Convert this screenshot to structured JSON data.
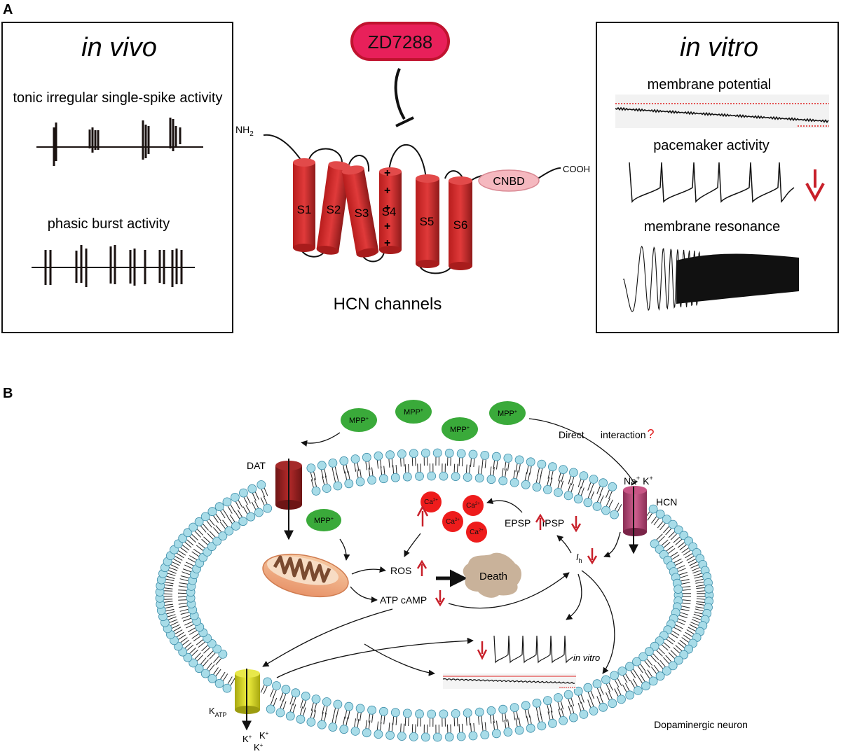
{
  "panel_a": {
    "letter": "A",
    "in_vivo": {
      "title": "in vivo",
      "tonic_label": "tonic irregular single-spike activity",
      "phasic_label": "phasic burst activity"
    },
    "drug": "ZD7288",
    "channel": {
      "n_terminus": "NH",
      "n_terminus_sub": "2",
      "c_terminus": "COOH",
      "cnbd": "CNBD",
      "segments": [
        "S1",
        "S2",
        "S3",
        "S4",
        "S5",
        "S6"
      ],
      "charge_mark": "+",
      "caption": "HCN channels"
    },
    "in_vitro": {
      "title": "in vitro",
      "membrane_potential": "membrane potential",
      "pacemaker": "pacemaker activity",
      "resonance": "membrane resonance"
    }
  },
  "panel_b": {
    "letter": "B",
    "mpp_label": "MPP",
    "superscript_plus": "+",
    "direct_interaction": "Direct      interaction",
    "question_mark": "?",
    "dat": "DAT",
    "hcn": "HCN",
    "na": "Na",
    "k": "K",
    "ca": "Ca",
    "ca_sup": "2+",
    "epsp": "EPSP",
    "ipsp": "IPSP",
    "ih": "I",
    "ih_sub": "h",
    "ros": "ROS",
    "death": "Death",
    "atp_camp": "ATP cAMP",
    "in_vitro": "in vitro",
    "katp": "K",
    "katp_sub": "ATP",
    "neuron": "Dopaminergic neuron"
  },
  "colors": {
    "zd_fill": "#e8205a",
    "zd_stroke": "#c0132f",
    "helix": "#d42a2a",
    "mpp": "#3aaa3a",
    "calcium": "#ee1c1c",
    "arrow_red": "#c8202a",
    "lipid_head": "#a8dce8",
    "dat": "#8e1f1f",
    "hcn": "#b0406a",
    "katp": "#d8d820",
    "death": "#c9b29a",
    "trace_red": "#e02020"
  }
}
